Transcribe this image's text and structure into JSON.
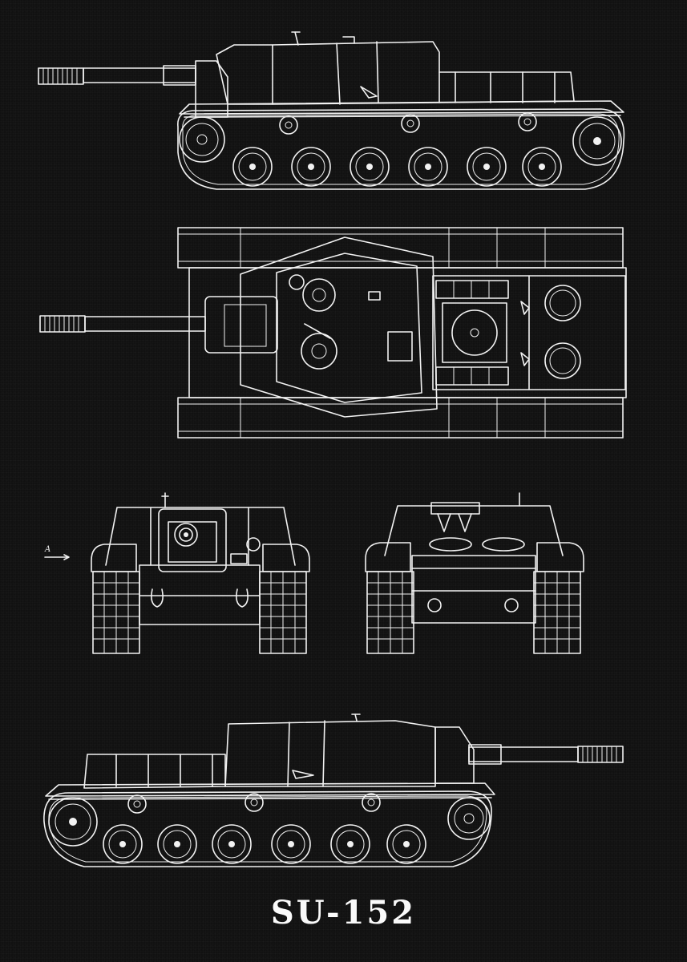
{
  "title": "SU-152",
  "view_marker": "A",
  "colors": {
    "background": "#111111",
    "line": "#f2f2f2"
  },
  "views": [
    "side-view-left",
    "top-view",
    "front-view",
    "rear-view",
    "side-view-right"
  ]
}
